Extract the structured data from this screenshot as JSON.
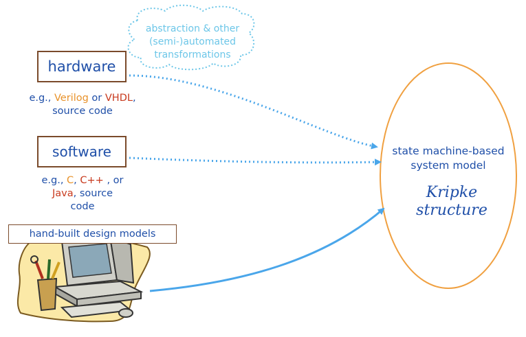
{
  "cloud": {
    "lines": [
      "abstraction & other",
      "(semi-)automated",
      "transformations"
    ]
  },
  "hardware": {
    "label": "hardware",
    "note": {
      "eg": "e.g.,",
      "lang1": "Verilog",
      "or": "or",
      "lang2": "VHDL",
      "comma": ",",
      "line2": "source code"
    }
  },
  "software": {
    "label": "software",
    "note": {
      "eg": "e.g.,",
      "lang1": "C",
      "sep1": ",",
      "lang2": "C++",
      "sep2": ", or",
      "lang3": "Java",
      "rest": ", source",
      "line3": "code"
    }
  },
  "design_models": {
    "label": "hand-built design models"
  },
  "model": {
    "line1": "state machine-based",
    "line2": "system model",
    "kripke1": "Kripke",
    "kripke2": "structure"
  },
  "colors": {
    "accent_blue": "#1f4fa8",
    "arrow_blue": "#4aa6ea",
    "ellipse_orange": "#f0a040",
    "box_border": "#7a4a2a",
    "cloud_cyan": "#6cc6e8"
  },
  "icons": {
    "computer": "computer-clipart-icon"
  }
}
